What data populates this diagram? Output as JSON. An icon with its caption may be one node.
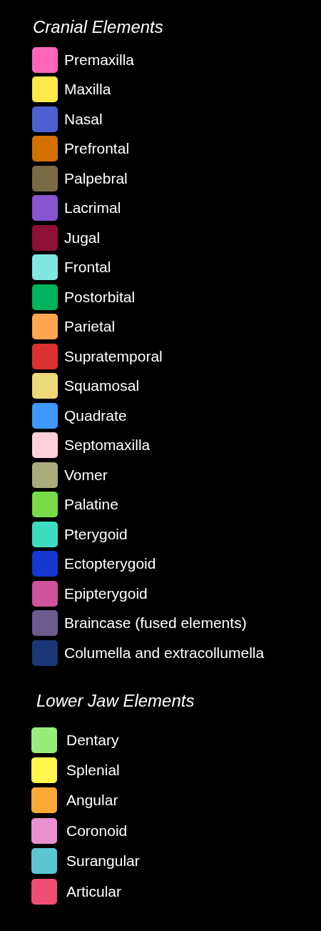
{
  "diagram": {
    "labels": [
      "Cranial Elements",
      "Lower Jaw Elements"
    ],
    "legend": [
      {
        "text": "Premaxilla",
        "color": "#ff66ba"
      },
      {
        "text": "Maxilla",
        "color": "#ffe94a"
      },
      {
        "text": "Nasal",
        "color": "#4d5fd0"
      },
      {
        "text": "Prefrontal",
        "color": "#d37000"
      },
      {
        "text": "Palpebral",
        "color": "#7a6a44"
      },
      {
        "text": "Lacrimal",
        "color": "#8854d0"
      },
      {
        "text": "Jugal",
        "color": "#8f1035"
      },
      {
        "text": "Frontal",
        "color": "#80e8e0"
      },
      {
        "text": "Postorbital",
        "color": "#00b35c"
      },
      {
        "text": "Parietal",
        "color": "#ffa54f"
      },
      {
        "text": "Supratemporal",
        "color": "#dc3030"
      },
      {
        "text": "Squamosal",
        "color": "#ecd977"
      },
      {
        "text": "Quadrate",
        "color": "#3d98ff"
      },
      {
        "text": "Septomaxilla",
        "color": "#ffd0dc"
      },
      {
        "text": "Vomer",
        "color": "#a9ab7a"
      },
      {
        "text": "Palatine",
        "color": "#78dc48"
      },
      {
        "text": "Pterygoid",
        "color": "#3ddcc0"
      },
      {
        "text": "Ectopterygoid",
        "color": "#1538d0"
      },
      {
        "text": "Epipterygoid",
        "color": "#cf529d"
      },
      {
        "text": "Braincase (fused elements)",
        "color": "#6b5a8c"
      },
      {
        "text": "Columella and extracollumella",
        "color": "#1b3674"
      },
      {
        "text": "Dentary",
        "color": "#98ec7a"
      },
      {
        "text": "Splenial",
        "color": "#fff74c"
      },
      {
        "text": "Angular",
        "color": "#fba935"
      },
      {
        "text": "Coronoid",
        "color": "#ea90d0"
      },
      {
        "text": "Surangular",
        "color": "#5bc6d2"
      },
      {
        "text": "Articular",
        "color": "#ef4e72"
      }
    ]
  }
}
